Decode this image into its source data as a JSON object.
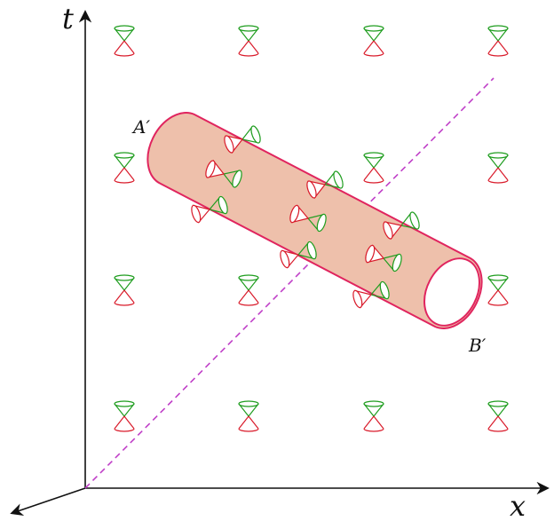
{
  "labels": {
    "t_axis": "t",
    "x_axis": "x",
    "tube_start": "A′",
    "tube_end": "B′"
  },
  "colors": {
    "cone_future": "#1f9d1f",
    "cone_past": "#d91a2a",
    "tube_fill": "#eec0ab",
    "tube_stroke": "#e0245e",
    "diagonal": "#c040c8",
    "axes": "#111111"
  }
}
